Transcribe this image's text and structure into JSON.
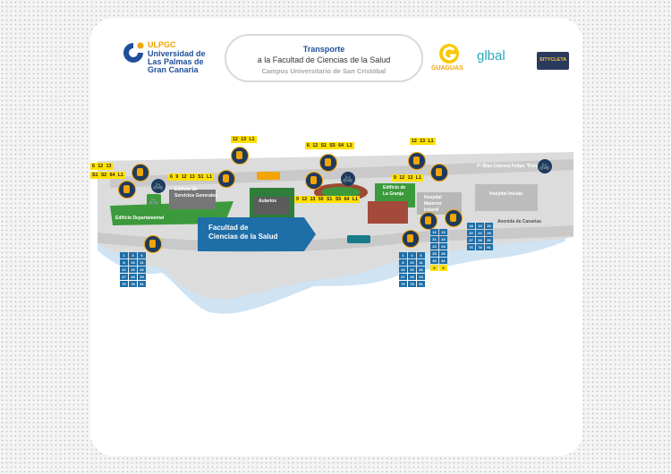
{
  "header": {
    "ulpgc_short": "ULPGC",
    "university_lines": [
      "Universidad de",
      "Las Palmas de",
      "Gran Canaria"
    ],
    "title_line1": "Transporte",
    "title_line2": "a la Facultad de Ciencias de la Salud",
    "subtitle": "Campus Universitario de San Cristóbal",
    "guaguas": "GUAGUAS",
    "global": "glbal",
    "sitycleta": "SITYCLETA"
  },
  "map": {
    "faculty_label": [
      "Facultad de",
      "Ciencias de la Salud"
    ],
    "places": {
      "edificio_servicios": [
        "Edificio de",
        "Servicios Generales"
      ],
      "edificio_departamental": "Edificio Departamental",
      "aulario": "Aularios",
      "edificio_granja": [
        "Edificio de",
        "La Granja"
      ],
      "hospital_materno": [
        "Hospital",
        "Materno",
        "Infantil"
      ],
      "hospital_insular": "Hospital Insular",
      "paseo": "Pº Blas Cabrera Felipe \"Físico\"",
      "avenida": "Avenida de Canarias"
    },
    "stop_tags": {
      "s1": [
        "6",
        "9",
        "12",
        "13",
        "S1",
        "L1"
      ],
      "s2_r1": [
        "6",
        "12",
        "13"
      ],
      "s2_r2": [
        "S1",
        "S2",
        "64",
        "L1"
      ],
      "s3": [
        "12",
        "13",
        "L1"
      ],
      "s4": [
        "6",
        "12",
        "S1",
        "S5",
        "64",
        "L1"
      ],
      "s5": [
        "9",
        "12",
        "13",
        "50",
        "S1",
        "S5",
        "64",
        "L1"
      ],
      "s6": [
        "12",
        "13",
        "L1"
      ],
      "s7": [
        "9",
        "12",
        "13",
        "L1"
      ],
      "s8_extra": [
        "6",
        "9"
      ]
    },
    "grid_left": [
      "1",
      "4",
      "6",
      "8",
      "10",
      "11",
      "22",
      "25",
      "26",
      "27",
      "28",
      "29",
      "76",
      "78",
      "91"
    ],
    "grid_mid": [
      "1",
      "4",
      "6",
      "8",
      "10",
      "11",
      "22",
      "25",
      "26",
      "27",
      "28",
      "29",
      "76",
      "78",
      "91"
    ],
    "grid_mid2": [
      "12",
      "13",
      "21",
      "22",
      "23",
      "24",
      "25",
      "30",
      "40",
      "41"
    ],
    "grid_right": [
      "18",
      "19",
      "20",
      "22",
      "24",
      "25",
      "37",
      "38",
      "39",
      "76",
      "78",
      "91"
    ]
  },
  "colors": {
    "blue": "#1e6ea8",
    "yellow": "#fee000",
    "navy": "#1e3a5f",
    "orange": "#f2a400",
    "sea": "#cfe3f3",
    "road": "#c9c9c9",
    "green": "#3c9a3c"
  }
}
